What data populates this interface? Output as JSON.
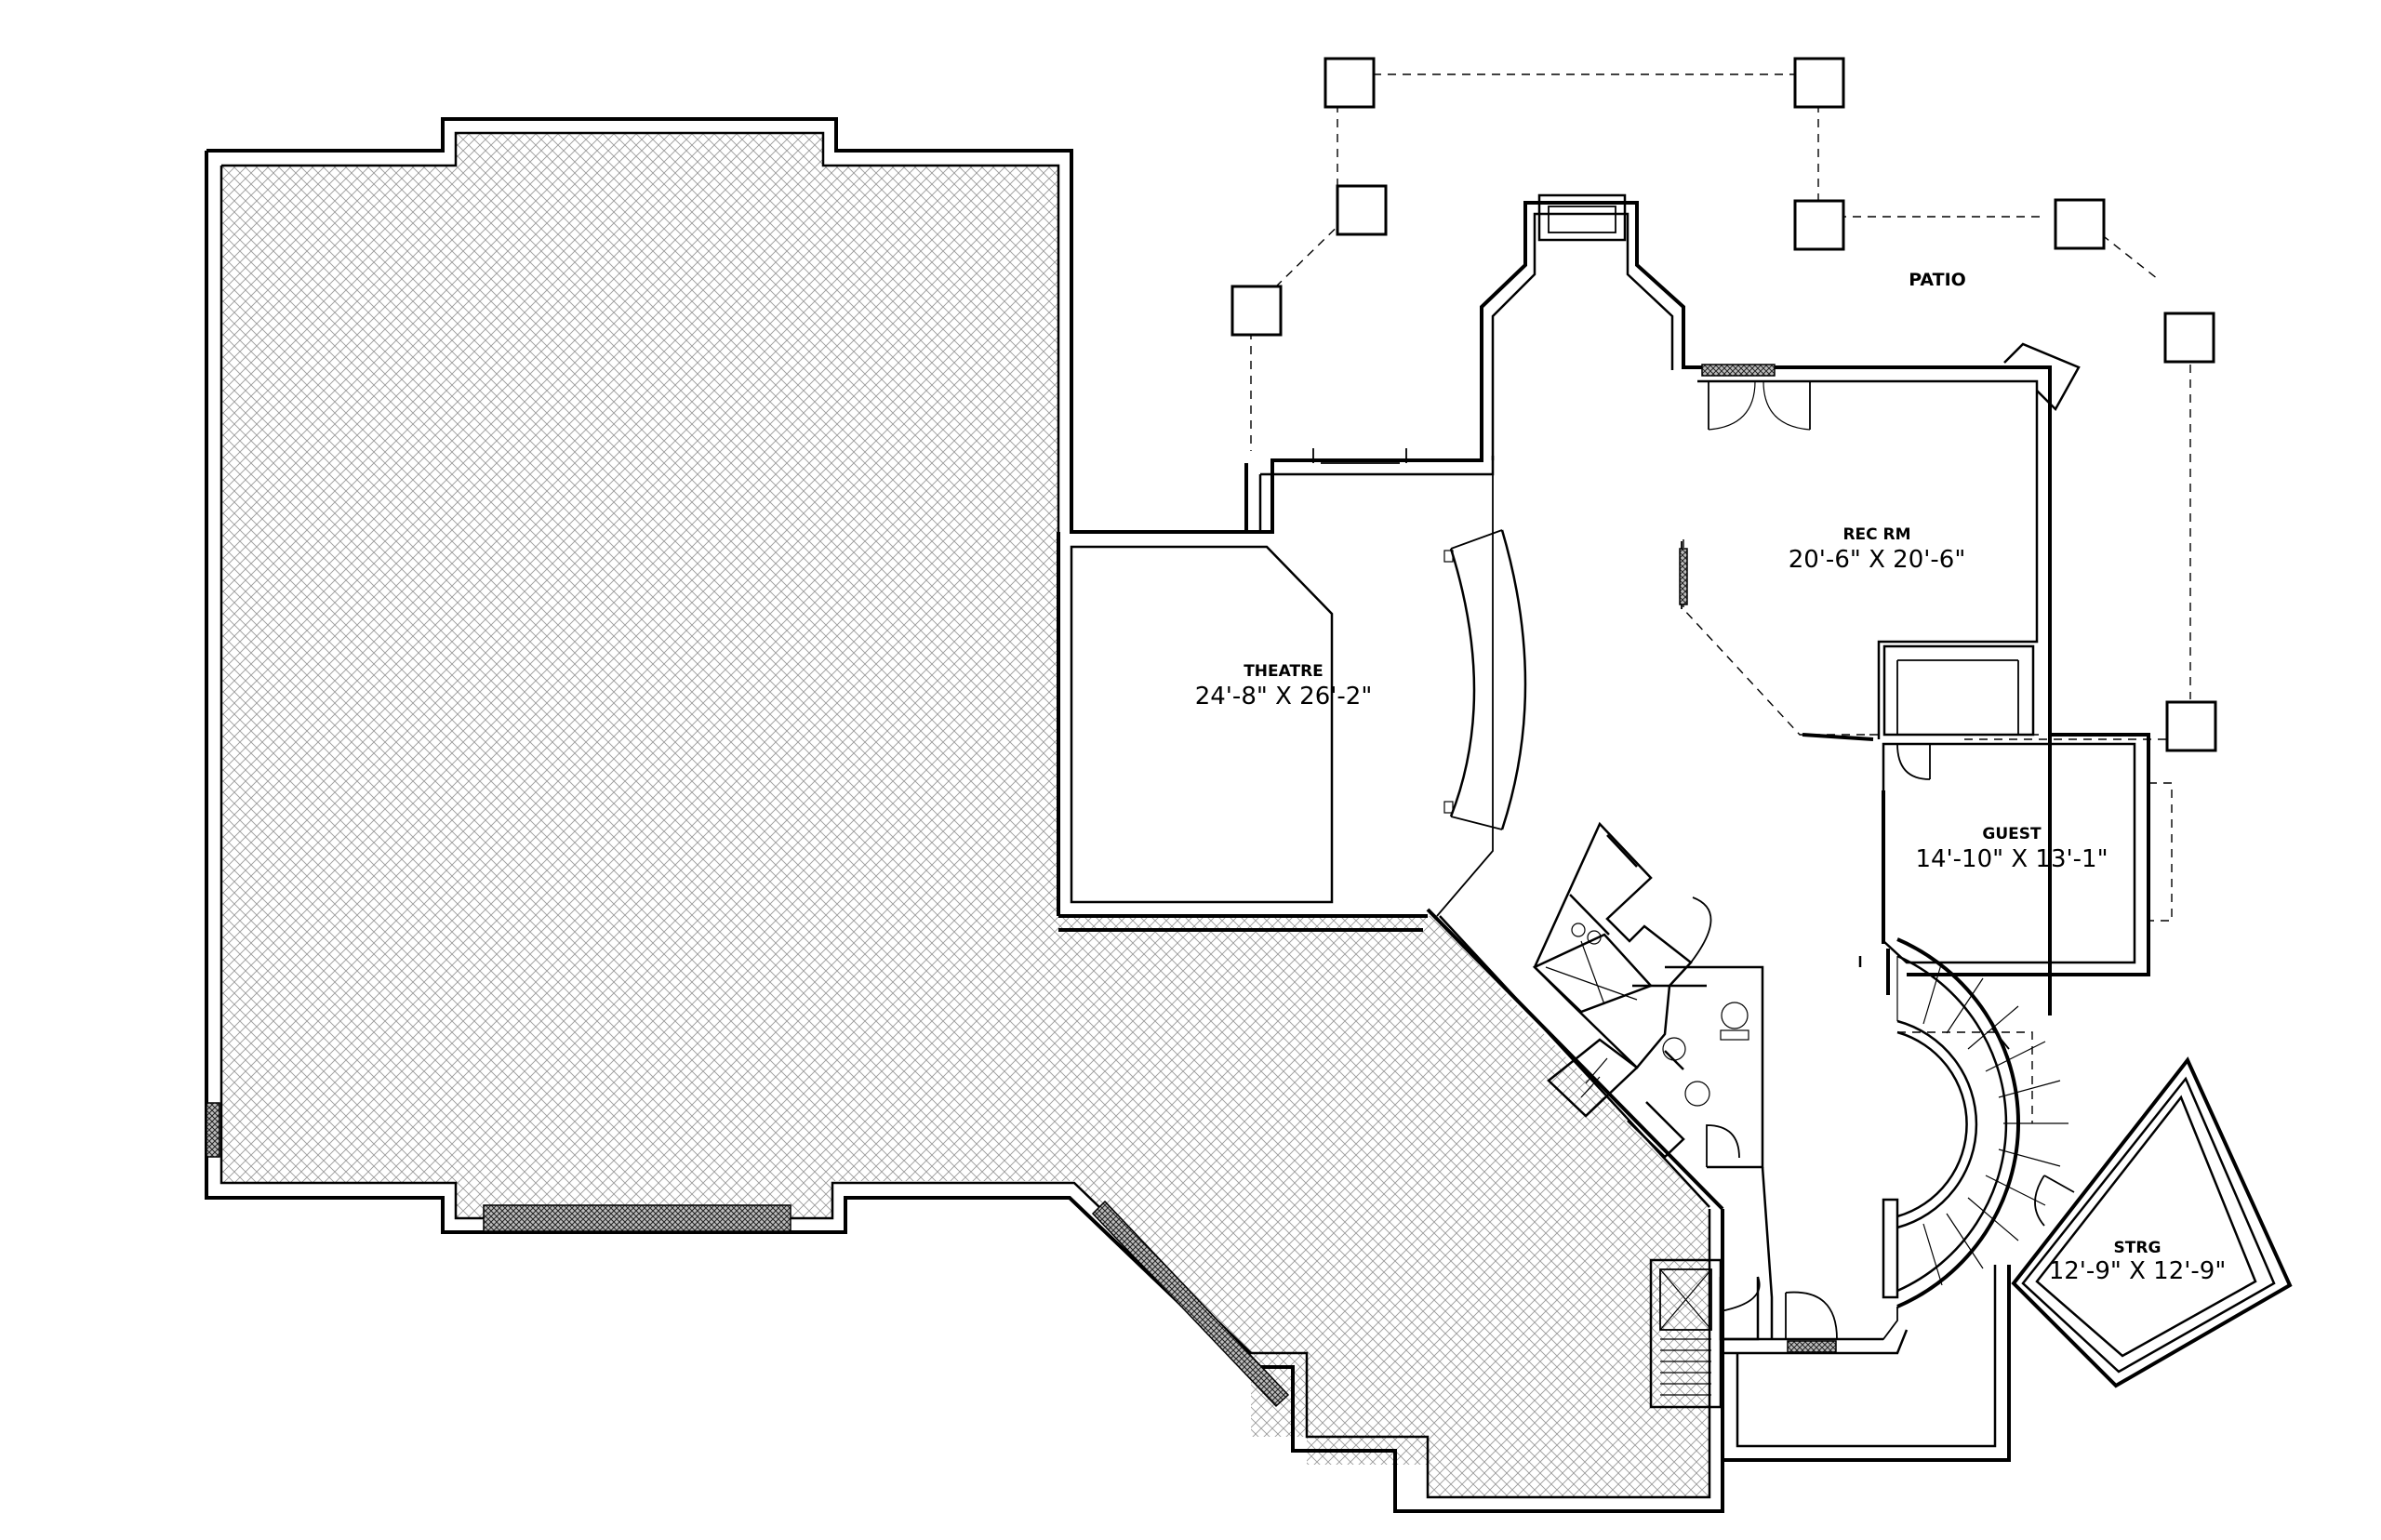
{
  "rooms": {
    "patio": {
      "name": "PATIO"
    },
    "rec_room": {
      "name": "REC RM",
      "size": "20'-6\" X 20'-6\""
    },
    "theatre": {
      "name": "THEATRE",
      "size": "24'-8\" X 26'-2\""
    },
    "guest": {
      "name": "GUEST",
      "size": "14'-10\" X 13'-1\""
    },
    "storage": {
      "name": "STRG",
      "size": "12'-9\" X 12'-9\""
    }
  }
}
